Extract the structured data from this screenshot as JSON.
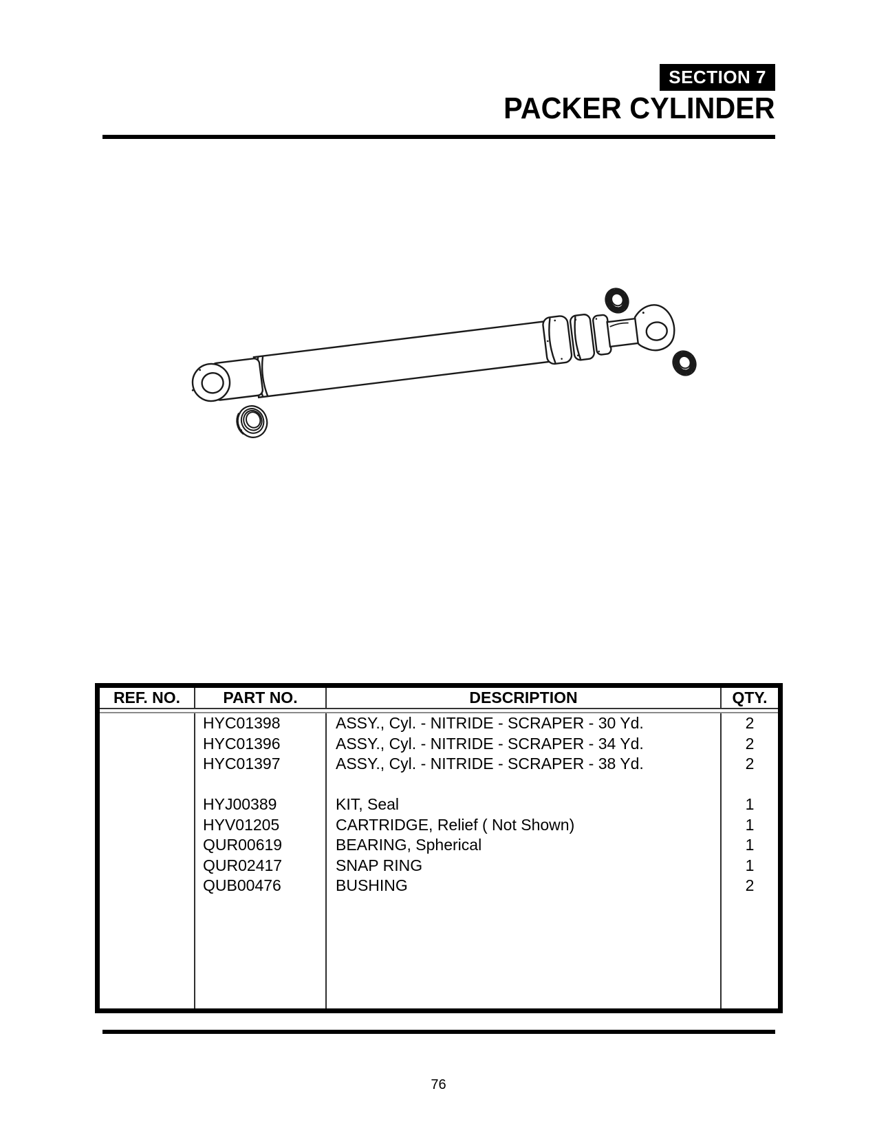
{
  "header": {
    "section_label": "SECTION 7",
    "title": "PACKER CYLINDER"
  },
  "figure": {
    "name": "packer-cylinder-exploded-view"
  },
  "table": {
    "columns": [
      "REF. NO.",
      "PART NO.",
      "DESCRIPTION",
      "QTY."
    ],
    "rows": [
      {
        "ref": "",
        "part": "HYC01398",
        "desc": "ASSY., Cyl. - NITRIDE - SCRAPER - 30 Yd.",
        "qty": "2"
      },
      {
        "ref": "",
        "part": "HYC01396",
        "desc": "ASSY., Cyl. - NITRIDE - SCRAPER - 34 Yd.",
        "qty": "2"
      },
      {
        "ref": "",
        "part": "HYC01397",
        "desc": "ASSY., Cyl. - NITRIDE - SCRAPER - 38 Yd.",
        "qty": "2"
      },
      {
        "ref": "",
        "part": "",
        "desc": "",
        "qty": ""
      },
      {
        "ref": "",
        "part": "HYJ00389",
        "desc": "KIT, Seal",
        "qty": "1"
      },
      {
        "ref": "",
        "part": "HYV01205",
        "desc": "CARTRIDGE, Relief ( Not Shown)",
        "qty": "1"
      },
      {
        "ref": "",
        "part": "QUR00619",
        "desc": "BEARING, Spherical",
        "qty": "1"
      },
      {
        "ref": "",
        "part": "QUR02417",
        "desc": "SNAP RING",
        "qty": "1"
      },
      {
        "ref": "",
        "part": "QUB00476",
        "desc": "BUSHING",
        "qty": "2"
      }
    ]
  },
  "footer": {
    "page_number": "76"
  },
  "colors": {
    "ink": "#000000",
    "paper": "#ffffff"
  }
}
